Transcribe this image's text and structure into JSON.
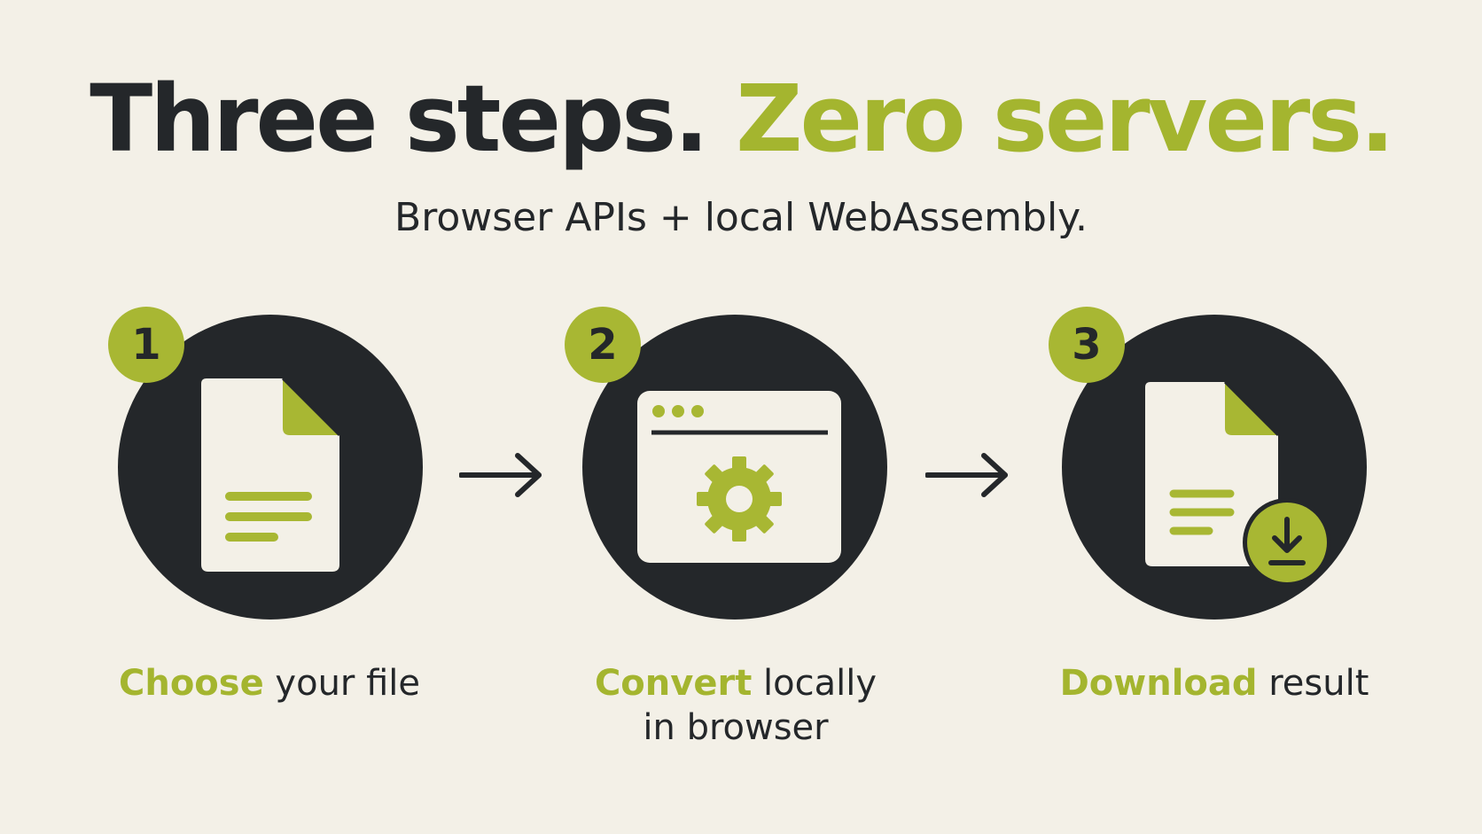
{
  "headline": {
    "part1": "Three steps.",
    "part2": "Zero servers."
  },
  "subhead": "Browser APIs + local WebAssembly.",
  "steps": [
    {
      "number": "1",
      "highlight": "Choose",
      "rest": " your file",
      "icon": "file-icon"
    },
    {
      "number": "2",
      "highlight": "Convert",
      "rest": " locally",
      "line2": "in browser",
      "icon": "browser-gear-icon"
    },
    {
      "number": "3",
      "highlight": "Download",
      "rest": " result",
      "icon": "file-download-icon"
    }
  ],
  "colors": {
    "background": "#f3f0e7",
    "dark": "#24272a",
    "accent": "#a8b733",
    "paper": "#f3f0e7"
  }
}
